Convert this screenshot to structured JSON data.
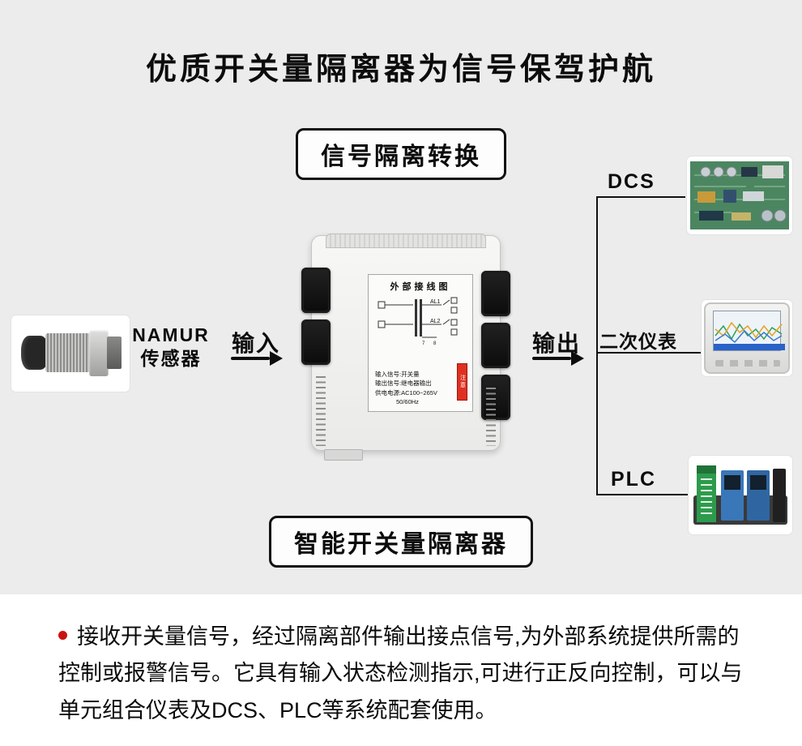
{
  "page": {
    "title": "优质开关量隔离器为信号保驾护航",
    "top_box_label": "信号隔离转换",
    "bottom_box_label": "智能开关量隔离器"
  },
  "flow": {
    "sensor_name": "NAMUR",
    "sensor_type": "传感器",
    "input_label": "输入",
    "output_label": "输出",
    "outputs": [
      {
        "label": "DCS"
      },
      {
        "label": "二次仪表"
      },
      {
        "label": "PLC"
      }
    ]
  },
  "device": {
    "wiring_title": "外部接线图",
    "terminal_labels": [
      "AL1",
      "AL2"
    ],
    "pin_labels": [
      "7",
      "8"
    ],
    "sticker_text": "注意",
    "spec_lines": [
      "输入信号:开关量",
      "输出信号:继电器输出",
      "供电电源:AC100~265V",
      "50/60Hz"
    ]
  },
  "description": {
    "text": "接收开关量信号，经过隔离部件输出接点信号,为外部系统提供所需的控制或报警信号。它具有输入状态检测指示,可进行正反向控制，可以与单元组合仪表及DCS、PLC等系统配套使用。"
  },
  "colors": {
    "accent_red": "#cc1111",
    "line_black": "#111111"
  }
}
